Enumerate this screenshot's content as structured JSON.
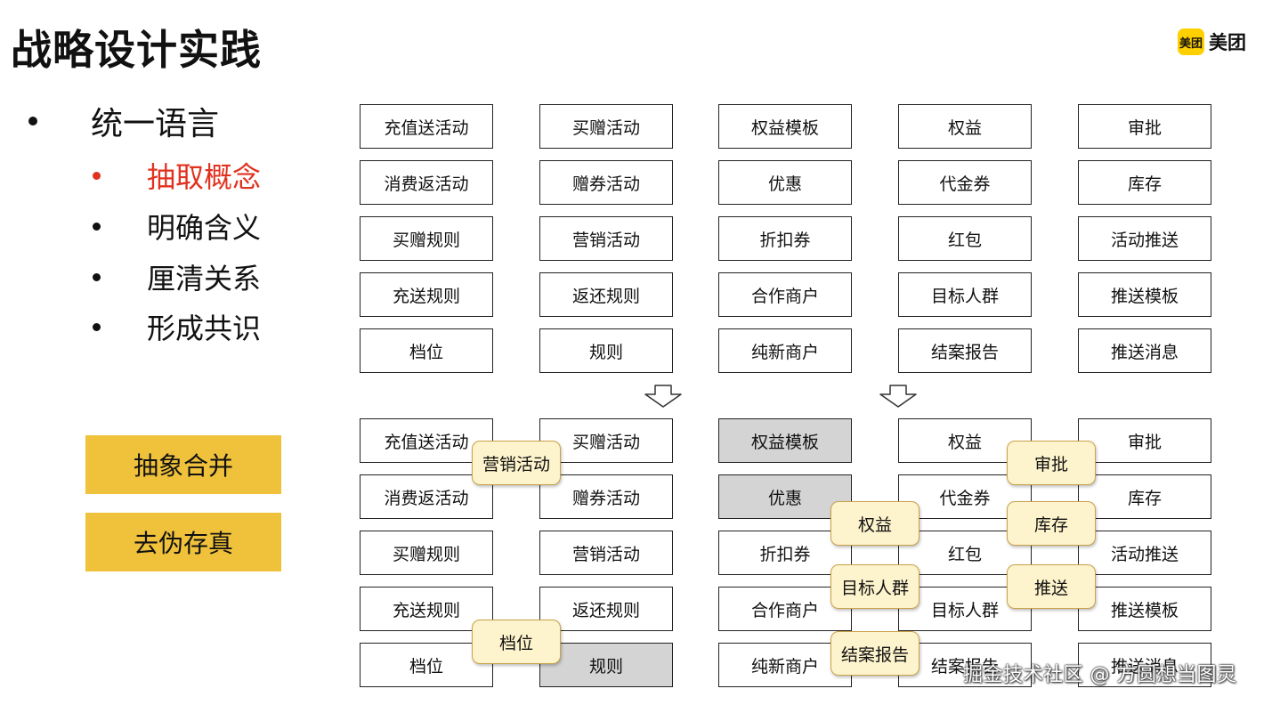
{
  "title": "战略设计实践",
  "logo": {
    "mark": "美团",
    "text": "美团",
    "color": "#ffd000"
  },
  "bullets": {
    "main": "统一语言",
    "subs": [
      "抽取概念",
      "明确含义",
      "厘清关系",
      "形成共识"
    ]
  },
  "actions": [
    "抽象合并",
    "去伪存真"
  ],
  "top_grid": [
    [
      "充值送活动",
      "买赠活动",
      "权益模板",
      "权益",
      "审批"
    ],
    [
      "消费返活动",
      "赠券活动",
      "优惠",
      "代金券",
      "库存"
    ],
    [
      "买赠规则",
      "营销活动",
      "折扣券",
      "红包",
      "活动推送"
    ],
    [
      "充送规则",
      "返还规则",
      "合作商户",
      "目标人群",
      "推送模板"
    ],
    [
      "档位",
      "规则",
      "纯新商户",
      "结案报告",
      "推送消息"
    ]
  ],
  "bottom_grid": [
    [
      "充值送活动",
      "买赠活动",
      "权益模板",
      "权益",
      "审批"
    ],
    [
      "消费返活动",
      "赠券活动",
      "优惠",
      "代金券",
      "库存"
    ],
    [
      "买赠规则",
      "营销活动",
      "折扣券",
      "红包",
      "活动推送"
    ],
    [
      "充送规则",
      "返还规则",
      "合作商户",
      "目标人群",
      "推送模板"
    ],
    [
      "档位",
      "规则",
      "纯新商户",
      "结案报告",
      "推送消息"
    ]
  ],
  "tags": [
    "营销活动",
    "档位",
    "权益",
    "目标人群",
    "结案报告",
    "审批",
    "库存",
    "推送"
  ],
  "watermark": "掘金技术社区 @ 方圆想当图灵",
  "colors": {
    "highlight_red": "#e0321f",
    "action_fill": "#f0c23c",
    "tag_fill": "#fdf3cc",
    "merged_gray": "#d4d4d4"
  }
}
